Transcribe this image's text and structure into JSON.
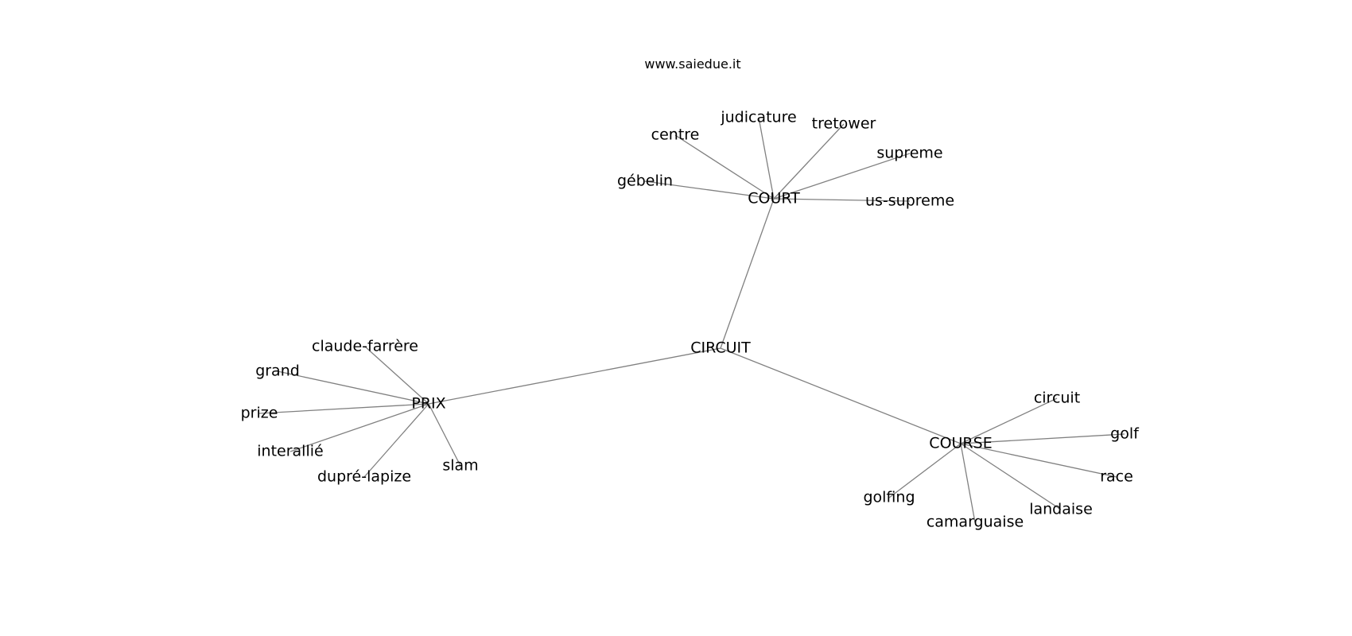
{
  "header": {
    "watermark": "www.saiedue.it"
  },
  "graph": {
    "nodes": [
      {
        "id": "CIRCUIT",
        "label": "CIRCUIT"
      },
      {
        "id": "COURT",
        "label": "COURT"
      },
      {
        "id": "PRIX",
        "label": "PRIX"
      },
      {
        "id": "COURSE",
        "label": "COURSE"
      },
      {
        "id": "judicature",
        "label": "judicature"
      },
      {
        "id": "tretower",
        "label": "tretower"
      },
      {
        "id": "centre",
        "label": "centre"
      },
      {
        "id": "supreme",
        "label": "supreme"
      },
      {
        "id": "gebelin",
        "label": "gébelin"
      },
      {
        "id": "us-supreme",
        "label": "us-supreme"
      },
      {
        "id": "claude-farrere",
        "label": "claude-farrère"
      },
      {
        "id": "grand",
        "label": "grand"
      },
      {
        "id": "prize",
        "label": "prize"
      },
      {
        "id": "interallie",
        "label": "interallié"
      },
      {
        "id": "dupre-lapize",
        "label": "dupré-lapize"
      },
      {
        "id": "slam",
        "label": "slam"
      },
      {
        "id": "circuit",
        "label": "circuit"
      },
      {
        "id": "golf",
        "label": "golf"
      },
      {
        "id": "race",
        "label": "race"
      },
      {
        "id": "golfing",
        "label": "golfing"
      },
      {
        "id": "landaise",
        "label": "landaise"
      },
      {
        "id": "camarguaise",
        "label": "camarguaise"
      }
    ],
    "edges": [
      [
        "CIRCUIT",
        "COURT"
      ],
      [
        "CIRCUIT",
        "PRIX"
      ],
      [
        "CIRCUIT",
        "COURSE"
      ],
      [
        "COURT",
        "judicature"
      ],
      [
        "COURT",
        "tretower"
      ],
      [
        "COURT",
        "centre"
      ],
      [
        "COURT",
        "supreme"
      ],
      [
        "COURT",
        "gebelin"
      ],
      [
        "COURT",
        "us-supreme"
      ],
      [
        "PRIX",
        "claude-farrere"
      ],
      [
        "PRIX",
        "grand"
      ],
      [
        "PRIX",
        "prize"
      ],
      [
        "PRIX",
        "interallie"
      ],
      [
        "PRIX",
        "dupre-lapize"
      ],
      [
        "PRIX",
        "slam"
      ],
      [
        "COURSE",
        "circuit"
      ],
      [
        "COURSE",
        "golf"
      ],
      [
        "COURSE",
        "race"
      ],
      [
        "COURSE",
        "golfing"
      ],
      [
        "COURSE",
        "landaise"
      ],
      [
        "COURSE",
        "camarguaise"
      ]
    ]
  }
}
